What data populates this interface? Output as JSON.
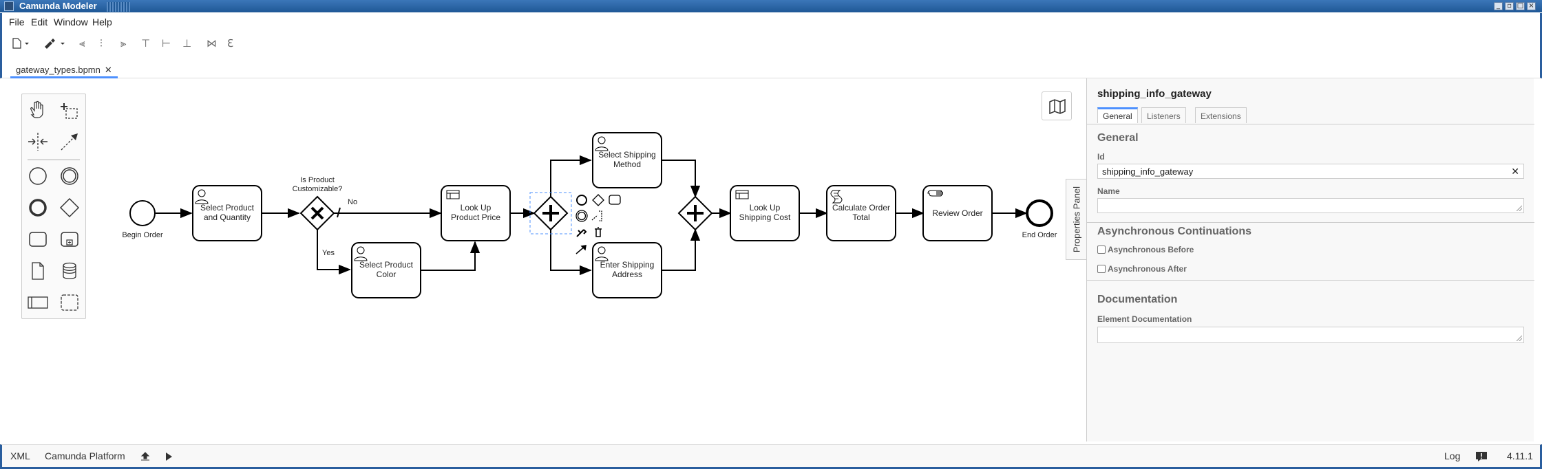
{
  "window": {
    "title": "Camunda Modeler"
  },
  "menu": [
    "File",
    "Edit",
    "Window",
    "Help"
  ],
  "tabs": [
    {
      "label": "gateway_types.bpmn",
      "close": "✕"
    }
  ],
  "diagram": {
    "start_event": "Begin Order",
    "end_event": "End Order",
    "tasks": {
      "select_product": "Select Product and Quantity",
      "look_up_price": "Look Up Product Price",
      "select_color": "Select Product Color",
      "select_shipping": "Select Shipping Method",
      "enter_address": "Enter Shipping Address",
      "shipping_cost": "Look Up Shipping Cost",
      "calc_total": "Calculate Order Total",
      "review": "Review Order"
    },
    "gateway_label": "Is Product Customizable?",
    "flow_no": "No",
    "flow_yes": "Yes"
  },
  "properties": {
    "toggle_label": "Properties Panel",
    "title": "shipping_info_gateway",
    "tabs": [
      "General",
      "Listeners",
      "Extensions"
    ],
    "group_general": "General",
    "id_label": "Id",
    "id_value": "shipping_info_gateway",
    "name_label": "Name",
    "name_value": "",
    "group_async": "Asynchronous Continuations",
    "async_before": "Asynchronous Before",
    "async_after": "Asynchronous After",
    "group_doc": "Documentation",
    "doc_label": "Element Documentation",
    "doc_value": ""
  },
  "status": {
    "xml": "XML",
    "platform": "Camunda Platform",
    "log": "Log",
    "version": "4.11.1"
  },
  "colors": {
    "accent": "#4d90fe",
    "window_frame": "#2a5e9e",
    "selection": "#4d90fe"
  }
}
